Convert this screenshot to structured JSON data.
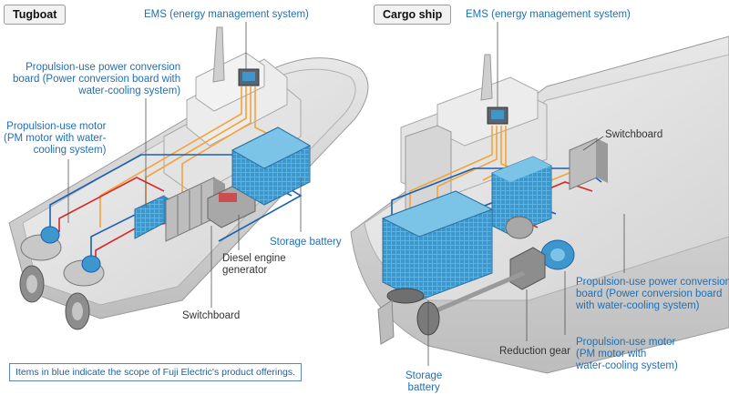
{
  "tugboat": {
    "title": "Tugboat",
    "ems": "EMS (energy management system)",
    "conversion_board": "Propulsion-use power conversion\nboard (Power conversion board with\nwater-cooling system)",
    "motor": "Propulsion-use motor\n(PM motor with water-\ncooling system)",
    "storage_battery": "Storage battery",
    "diesel": "Diesel engine\ngenerator",
    "switchboard": "Switchboard"
  },
  "cargo": {
    "title": "Cargo ship",
    "ems": "EMS (energy management system)",
    "switchboard": "Switchboard",
    "conversion_board": "Propulsion-use power conversion\nboard (Power conversion board\nwith water-cooling system)",
    "reduction_gear": "Reduction gear",
    "motor": "Propulsion-use motor\n(PM motor with\nwater-cooling system)",
    "storage_battery": "Storage\nbattery"
  },
  "note": "Items in blue indicate the scope of Fuji Electric's product offerings.",
  "colors": {
    "label_blue": "#1e6fb5",
    "equipment_blue": "#4fa9d8",
    "line_orange": "#f2a43a",
    "line_red": "#d8262c",
    "line_blue": "#1b5fb0",
    "hull": "#d9d9d9"
  }
}
